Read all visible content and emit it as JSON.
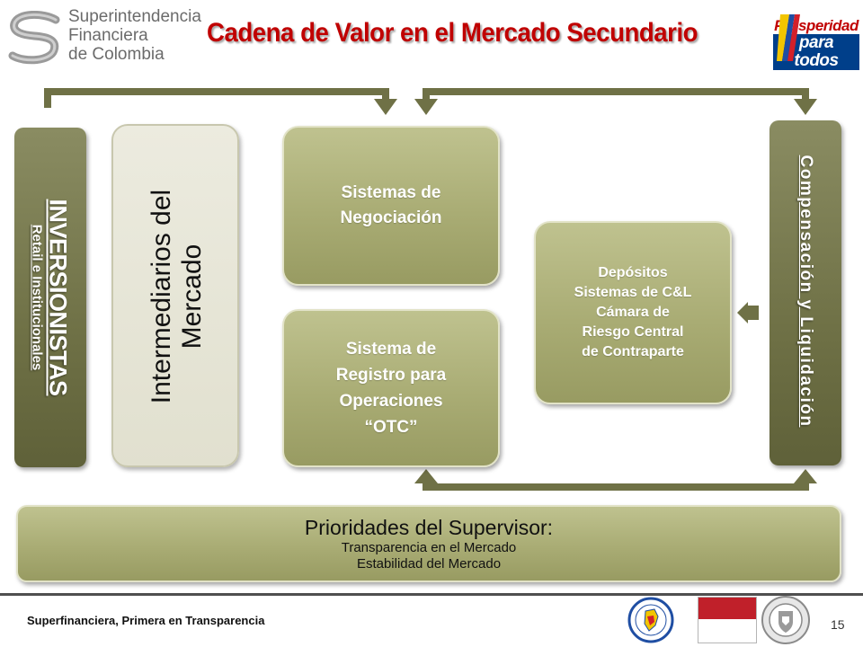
{
  "header": {
    "org_name_lines": [
      "Superintendencia",
      "Financiera",
      "de Colombia"
    ],
    "title": "Cadena de Valor en el Mercado Secundario",
    "campaign_lines": [
      "Prosperidad",
      "para todos"
    ]
  },
  "diagram": {
    "inversionistas": {
      "title": "INVERSIONISTAS",
      "subtitle": "Retail  e Institucionales"
    },
    "intermediarios": {
      "lines": [
        "Intermediarios del",
        "Mercado"
      ]
    },
    "negociacion": {
      "lines": [
        "Sistemas de",
        "Negociación"
      ]
    },
    "registro": {
      "lines": [
        "Sistema de",
        "Registro para",
        "Operaciones",
        "“OTC”"
      ]
    },
    "depositos": {
      "lines": [
        "Depósitos",
        "Sistemas de C&L",
        "Cámara de",
        "Riesgo Central",
        "de Contraparte"
      ]
    },
    "compensacion": {
      "label": "Compensación y Liquidación"
    },
    "prioridades": {
      "title": "Prioridades del Supervisor:",
      "items": [
        "Transparencia en el Mercado",
        "Estabilidad del Mercado"
      ]
    }
  },
  "footer": {
    "slogan": "Superfinanciera, Primera en Transparencia",
    "page_number": "15"
  },
  "colors": {
    "title_red": "#c00000",
    "box_olive": "#a9ac74",
    "box_dark_olive": "#6f7146",
    "connector": "#6f7146"
  }
}
